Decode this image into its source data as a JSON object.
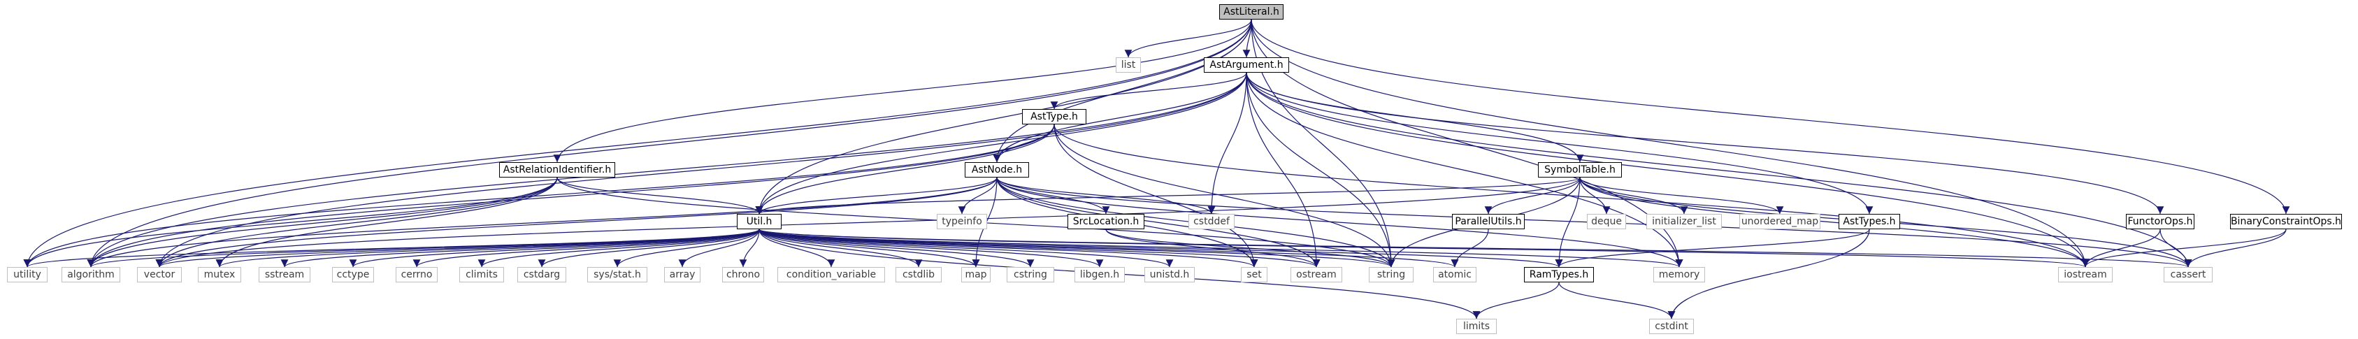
{
  "root": "AstLiteral.h",
  "colors": {
    "edge": "#191970",
    "root_fill": "#bfbfbf",
    "ext_border": "#bfbfbf",
    "node_border": "#000000"
  },
  "nodes": [
    {
      "id": "astliteral",
      "label": "AstLiteral.h",
      "kind": "root"
    },
    {
      "id": "list",
      "label": "list",
      "kind": "external"
    },
    {
      "id": "astargument",
      "label": "AstArgument.h",
      "kind": "local"
    },
    {
      "id": "asttype",
      "label": "AstType.h",
      "kind": "local"
    },
    {
      "id": "astrelationidentifier",
      "label": "AstRelationIdentifier.h",
      "kind": "local"
    },
    {
      "id": "astnode",
      "label": "AstNode.h",
      "kind": "local"
    },
    {
      "id": "symboltable",
      "label": "SymbolTable.h",
      "kind": "local"
    },
    {
      "id": "util",
      "label": "Util.h",
      "kind": "local"
    },
    {
      "id": "typeinfo",
      "label": "typeinfo",
      "kind": "external"
    },
    {
      "id": "srclocation",
      "label": "SrcLocation.h",
      "kind": "local"
    },
    {
      "id": "cstddef",
      "label": "cstddef",
      "kind": "external"
    },
    {
      "id": "parallelutils",
      "label": "ParallelUtils.h",
      "kind": "local"
    },
    {
      "id": "deque",
      "label": "deque",
      "kind": "external"
    },
    {
      "id": "initializer_list",
      "label": "initializer_list",
      "kind": "external"
    },
    {
      "id": "unordered_map",
      "label": "unordered_map",
      "kind": "external"
    },
    {
      "id": "asttypes",
      "label": "AstTypes.h",
      "kind": "local"
    },
    {
      "id": "functorops",
      "label": "FunctorOps.h",
      "kind": "local"
    },
    {
      "id": "binaryconstraintops",
      "label": "BinaryConstraintOps.h",
      "kind": "local"
    },
    {
      "id": "utility",
      "label": "utility",
      "kind": "external"
    },
    {
      "id": "algorithm",
      "label": "algorithm",
      "kind": "external"
    },
    {
      "id": "vector",
      "label": "vector",
      "kind": "external"
    },
    {
      "id": "mutex",
      "label": "mutex",
      "kind": "external"
    },
    {
      "id": "sstream",
      "label": "sstream",
      "kind": "external"
    },
    {
      "id": "cctype",
      "label": "cctype",
      "kind": "external"
    },
    {
      "id": "cerrno",
      "label": "cerrno",
      "kind": "external"
    },
    {
      "id": "climits",
      "label": "climits",
      "kind": "external"
    },
    {
      "id": "cstdarg",
      "label": "cstdarg",
      "kind": "external"
    },
    {
      "id": "sysstat",
      "label": "sys/stat.h",
      "kind": "external"
    },
    {
      "id": "array",
      "label": "array",
      "kind": "external"
    },
    {
      "id": "chrono",
      "label": "chrono",
      "kind": "external"
    },
    {
      "id": "condition_variable",
      "label": "condition_variable",
      "kind": "external"
    },
    {
      "id": "cstdlib",
      "label": "cstdlib",
      "kind": "external"
    },
    {
      "id": "map",
      "label": "map",
      "kind": "external"
    },
    {
      "id": "cstring",
      "label": "cstring",
      "kind": "external"
    },
    {
      "id": "libgen",
      "label": "libgen.h",
      "kind": "external"
    },
    {
      "id": "unistd",
      "label": "unistd.h",
      "kind": "external"
    },
    {
      "id": "set",
      "label": "set",
      "kind": "external"
    },
    {
      "id": "ostream",
      "label": "ostream",
      "kind": "external"
    },
    {
      "id": "string",
      "label": "string",
      "kind": "external"
    },
    {
      "id": "atomic",
      "label": "atomic",
      "kind": "external"
    },
    {
      "id": "ramtypes",
      "label": "RamTypes.h",
      "kind": "local"
    },
    {
      "id": "memory",
      "label": "memory",
      "kind": "external"
    },
    {
      "id": "iostream",
      "label": "iostream",
      "kind": "external"
    },
    {
      "id": "cassert",
      "label": "cassert",
      "kind": "external"
    },
    {
      "id": "limits",
      "label": "limits",
      "kind": "external"
    },
    {
      "id": "cstdint",
      "label": "cstdint",
      "kind": "external"
    }
  ],
  "edges": [
    [
      "astliteral",
      "list"
    ],
    [
      "astliteral",
      "astargument"
    ],
    [
      "astliteral",
      "astrelationidentifier"
    ],
    [
      "astliteral",
      "astnode"
    ],
    [
      "astliteral",
      "util"
    ],
    [
      "astliteral",
      "utility"
    ],
    [
      "astliteral",
      "string"
    ],
    [
      "astliteral",
      "iostream"
    ],
    [
      "astliteral",
      "memory"
    ],
    [
      "astliteral",
      "binaryconstraintops"
    ],
    [
      "astliteral",
      "algorithm"
    ],
    [
      "astargument",
      "asttype"
    ],
    [
      "astargument",
      "astnode"
    ],
    [
      "astargument",
      "symboltable"
    ],
    [
      "astargument",
      "util"
    ],
    [
      "astargument",
      "asttypes"
    ],
    [
      "astargument",
      "functorops"
    ],
    [
      "astargument",
      "cstddef"
    ],
    [
      "astargument",
      "ostream"
    ],
    [
      "astargument",
      "string"
    ],
    [
      "astargument",
      "memory"
    ],
    [
      "astargument",
      "cassert"
    ],
    [
      "astargument",
      "iostream"
    ],
    [
      "astargument",
      "vector"
    ],
    [
      "astargument",
      "algorithm"
    ],
    [
      "asttype",
      "astnode"
    ],
    [
      "asttype",
      "util"
    ],
    [
      "asttype",
      "set"
    ],
    [
      "asttype",
      "string"
    ],
    [
      "asttype",
      "iostream"
    ],
    [
      "asttype",
      "utility"
    ],
    [
      "asttype",
      "algorithm"
    ],
    [
      "astrelationidentifier",
      "util"
    ],
    [
      "astrelationidentifier",
      "utility"
    ],
    [
      "astrelationidentifier",
      "algorithm"
    ],
    [
      "astrelationidentifier",
      "vector"
    ],
    [
      "astrelationidentifier",
      "mutex"
    ],
    [
      "astrelationidentifier",
      "string"
    ],
    [
      "astnode",
      "util"
    ],
    [
      "astnode",
      "typeinfo"
    ],
    [
      "astnode",
      "srclocation"
    ],
    [
      "astnode",
      "cstddef"
    ],
    [
      "astnode",
      "memory"
    ],
    [
      "astnode",
      "set"
    ],
    [
      "astnode",
      "string"
    ],
    [
      "astnode",
      "ostream"
    ],
    [
      "astnode",
      "vector"
    ],
    [
      "astnode",
      "cassert"
    ],
    [
      "astnode",
      "algorithm"
    ],
    [
      "astnode",
      "map"
    ],
    [
      "symboltable",
      "util"
    ],
    [
      "symboltable",
      "parallelutils"
    ],
    [
      "symboltable",
      "deque"
    ],
    [
      "symboltable",
      "initializer_list"
    ],
    [
      "symboltable",
      "unordered_map"
    ],
    [
      "symboltable",
      "ramtypes"
    ],
    [
      "symboltable",
      "string"
    ],
    [
      "symboltable",
      "iostream"
    ],
    [
      "symboltable",
      "cassert"
    ],
    [
      "symboltable",
      "vector"
    ],
    [
      "srclocation",
      "string"
    ],
    [
      "srclocation",
      "ostream"
    ],
    [
      "parallelutils",
      "atomic"
    ],
    [
      "asttypes",
      "ramtypes"
    ],
    [
      "asttypes",
      "cstdint"
    ],
    [
      "functorops",
      "iostream"
    ],
    [
      "functorops",
      "cassert"
    ],
    [
      "binaryconstraintops",
      "iostream"
    ],
    [
      "binaryconstraintops",
      "cassert"
    ],
    [
      "ramtypes",
      "limits"
    ],
    [
      "ramtypes",
      "cstdint"
    ],
    [
      "util",
      "utility"
    ],
    [
      "util",
      "algorithm"
    ],
    [
      "util",
      "vector"
    ],
    [
      "util",
      "mutex"
    ],
    [
      "util",
      "sstream"
    ],
    [
      "util",
      "cctype"
    ],
    [
      "util",
      "cerrno"
    ],
    [
      "util",
      "climits"
    ],
    [
      "util",
      "cstdarg"
    ],
    [
      "util",
      "sysstat"
    ],
    [
      "util",
      "array"
    ],
    [
      "util",
      "chrono"
    ],
    [
      "util",
      "condition_variable"
    ],
    [
      "util",
      "cstdlib"
    ],
    [
      "util",
      "map"
    ],
    [
      "util",
      "cstring"
    ],
    [
      "util",
      "libgen"
    ],
    [
      "util",
      "unistd"
    ],
    [
      "util",
      "set"
    ],
    [
      "util",
      "ostream"
    ],
    [
      "util",
      "string"
    ],
    [
      "util",
      "atomic"
    ],
    [
      "util",
      "ramtypes"
    ],
    [
      "util",
      "memory"
    ],
    [
      "util",
      "iostream"
    ],
    [
      "util",
      "cassert"
    ],
    [
      "util",
      "limits"
    ]
  ]
}
